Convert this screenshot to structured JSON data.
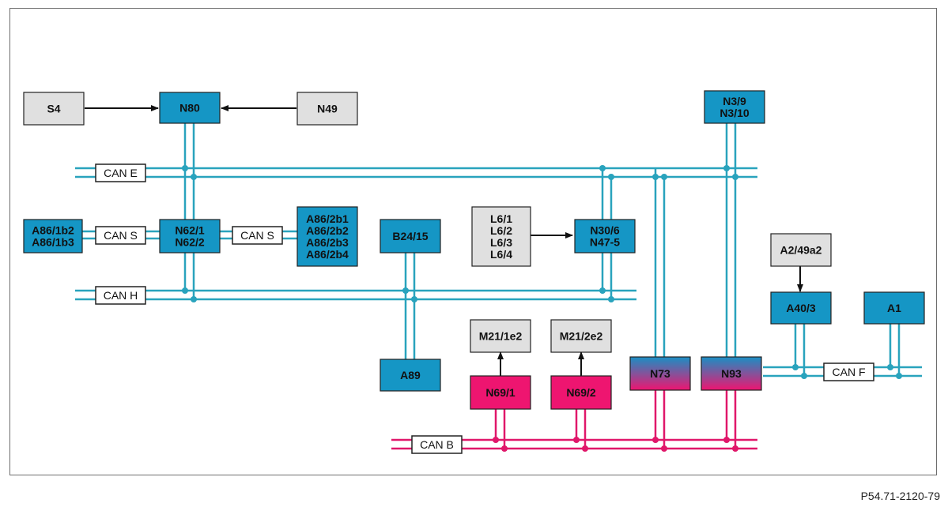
{
  "diagram": {
    "reference_code": "P54.71-2120-79",
    "colors": {
      "can_line": "#29a3bd",
      "can_b_line": "#e0176a",
      "ecu_fill": "#1596c5",
      "ecu_gradient_top": "#1a8fc4",
      "ecu_gradient_bottom": "#ee1570",
      "magenta_fill": "#ee1570",
      "gray_fill": "#e0e0e0",
      "arrow": "#111111"
    },
    "buses": {
      "can_e": "CAN E",
      "can_h": "CAN H",
      "can_s_left": "CAN S",
      "can_s_right": "CAN S",
      "can_f": "CAN F",
      "can_b": "CAN B"
    },
    "components": {
      "s4": [
        "S4"
      ],
      "n80": [
        "N80"
      ],
      "n49": [
        "N49"
      ],
      "n3_9": [
        "N3/9",
        "N3/10"
      ],
      "a86_1": [
        "A86/1b2",
        "A86/1b3"
      ],
      "n62": [
        "N62/1",
        "N62/2"
      ],
      "a86_2": [
        "A86/2b1",
        "A86/2b2",
        "A86/2b3",
        "A86/2b4"
      ],
      "b24": [
        "B24/15"
      ],
      "l6": [
        "L6/1",
        "L6/2",
        "L6/3",
        "L6/4"
      ],
      "n30": [
        "N30/6",
        "N47-5"
      ],
      "a2": [
        "A2/49a2"
      ],
      "a40": [
        "A40/3"
      ],
      "a1": [
        "A1"
      ],
      "m21_1": [
        "M21/1e2"
      ],
      "m21_2": [
        "M21/2e2"
      ],
      "a89": [
        "A89"
      ],
      "n69_1": [
        "N69/1"
      ],
      "n69_2": [
        "N69/2"
      ],
      "n73": [
        "N73"
      ],
      "n93": [
        "N93"
      ]
    }
  }
}
